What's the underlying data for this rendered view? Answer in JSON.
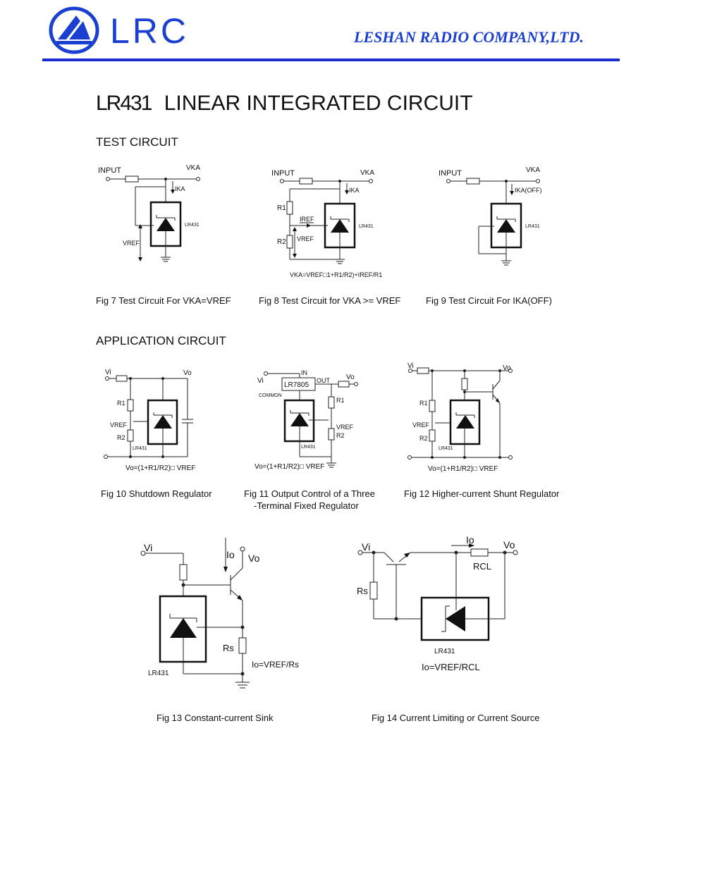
{
  "header": {
    "logo_text": "LRC",
    "company": "LESHAN RADIO COMPANY,LTD.",
    "brand_color": "#1a3fd1",
    "rule_color": "#1a2ccf"
  },
  "title": {
    "part": "LR431",
    "rest": "LINEAR INTEGRATED CIRCUIT"
  },
  "sections": {
    "test": "TEST CIRCUIT",
    "application": "APPLICATION CIRCUIT"
  },
  "labels": {
    "input": "INPUT",
    "vka": "VKA",
    "ika": "IKA",
    "ika_off": "IKA(OFF)",
    "vref": "VREF",
    "iref": "IREF",
    "r1": "R1",
    "r2": "R2",
    "lr431": "LR431",
    "vi": "Vi",
    "vo": "Vo",
    "io": "Io",
    "rs": "Rs",
    "rcl": "RCL",
    "in": "IN",
    "out": "OUT",
    "common": "COMMON",
    "regulator": "LR7805"
  },
  "formulas": {
    "fig8": "VKA=VREF□1+R1/R2)+IREF/R1",
    "fig10": "Vo=(1+R1/R2)□ VREF",
    "fig11": "Vo=(1+R1/R2)□ VREF",
    "fig12": "Vo=(1+R1/R2)□ VREF",
    "fig13": "Io=VREF/Rs",
    "fig14": "Io=VREF/RCL"
  },
  "captions": {
    "fig7": "Fig 7 Test Circuit For VKA=VREF",
    "fig8": "Fig 8 Test Circuit for VKA >= VREF",
    "fig9": "Fig 9 Test Circuit For IKA(OFF)",
    "fig10": "Fig 10 Shutdown Regulator",
    "fig11_line1": "Fig 11 Output Control of a Three",
    "fig11_line2": "-Terminal   Fixed Regulator",
    "fig12": "Fig 12 Higher-current Shunt Regulator",
    "fig13": "Fig 13 Constant-current Sink",
    "fig14": "Fig 14 Current Limiting or Current Source"
  }
}
